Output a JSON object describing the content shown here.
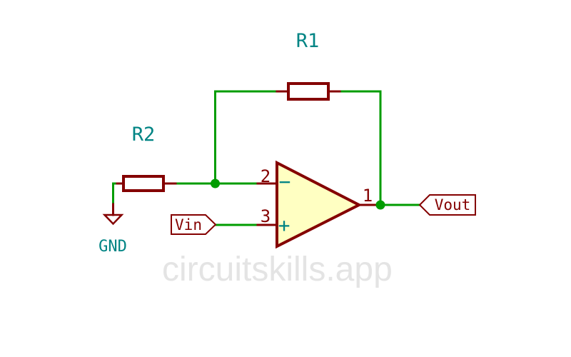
{
  "watermark_text": "circuitskills.app",
  "colors": {
    "background": "#FFFFFF",
    "wire": "#009C00",
    "device": "#840000",
    "label": "#008484",
    "opamp_fill": "#FFFFC2",
    "watermark": "#E4E4E4"
  },
  "components": {
    "r1": {
      "ref": "R1"
    },
    "r2": {
      "ref": "R2"
    },
    "gnd": {
      "label": "GND"
    },
    "opamp": {
      "pin_inverting_number": "2",
      "pin_inverting_symbol": "−",
      "pin_noninverting_number": "3",
      "pin_noninverting_symbol": "+",
      "pin_output_number": "1"
    },
    "ports": {
      "vin": "Vin",
      "vout": "Vout"
    }
  }
}
